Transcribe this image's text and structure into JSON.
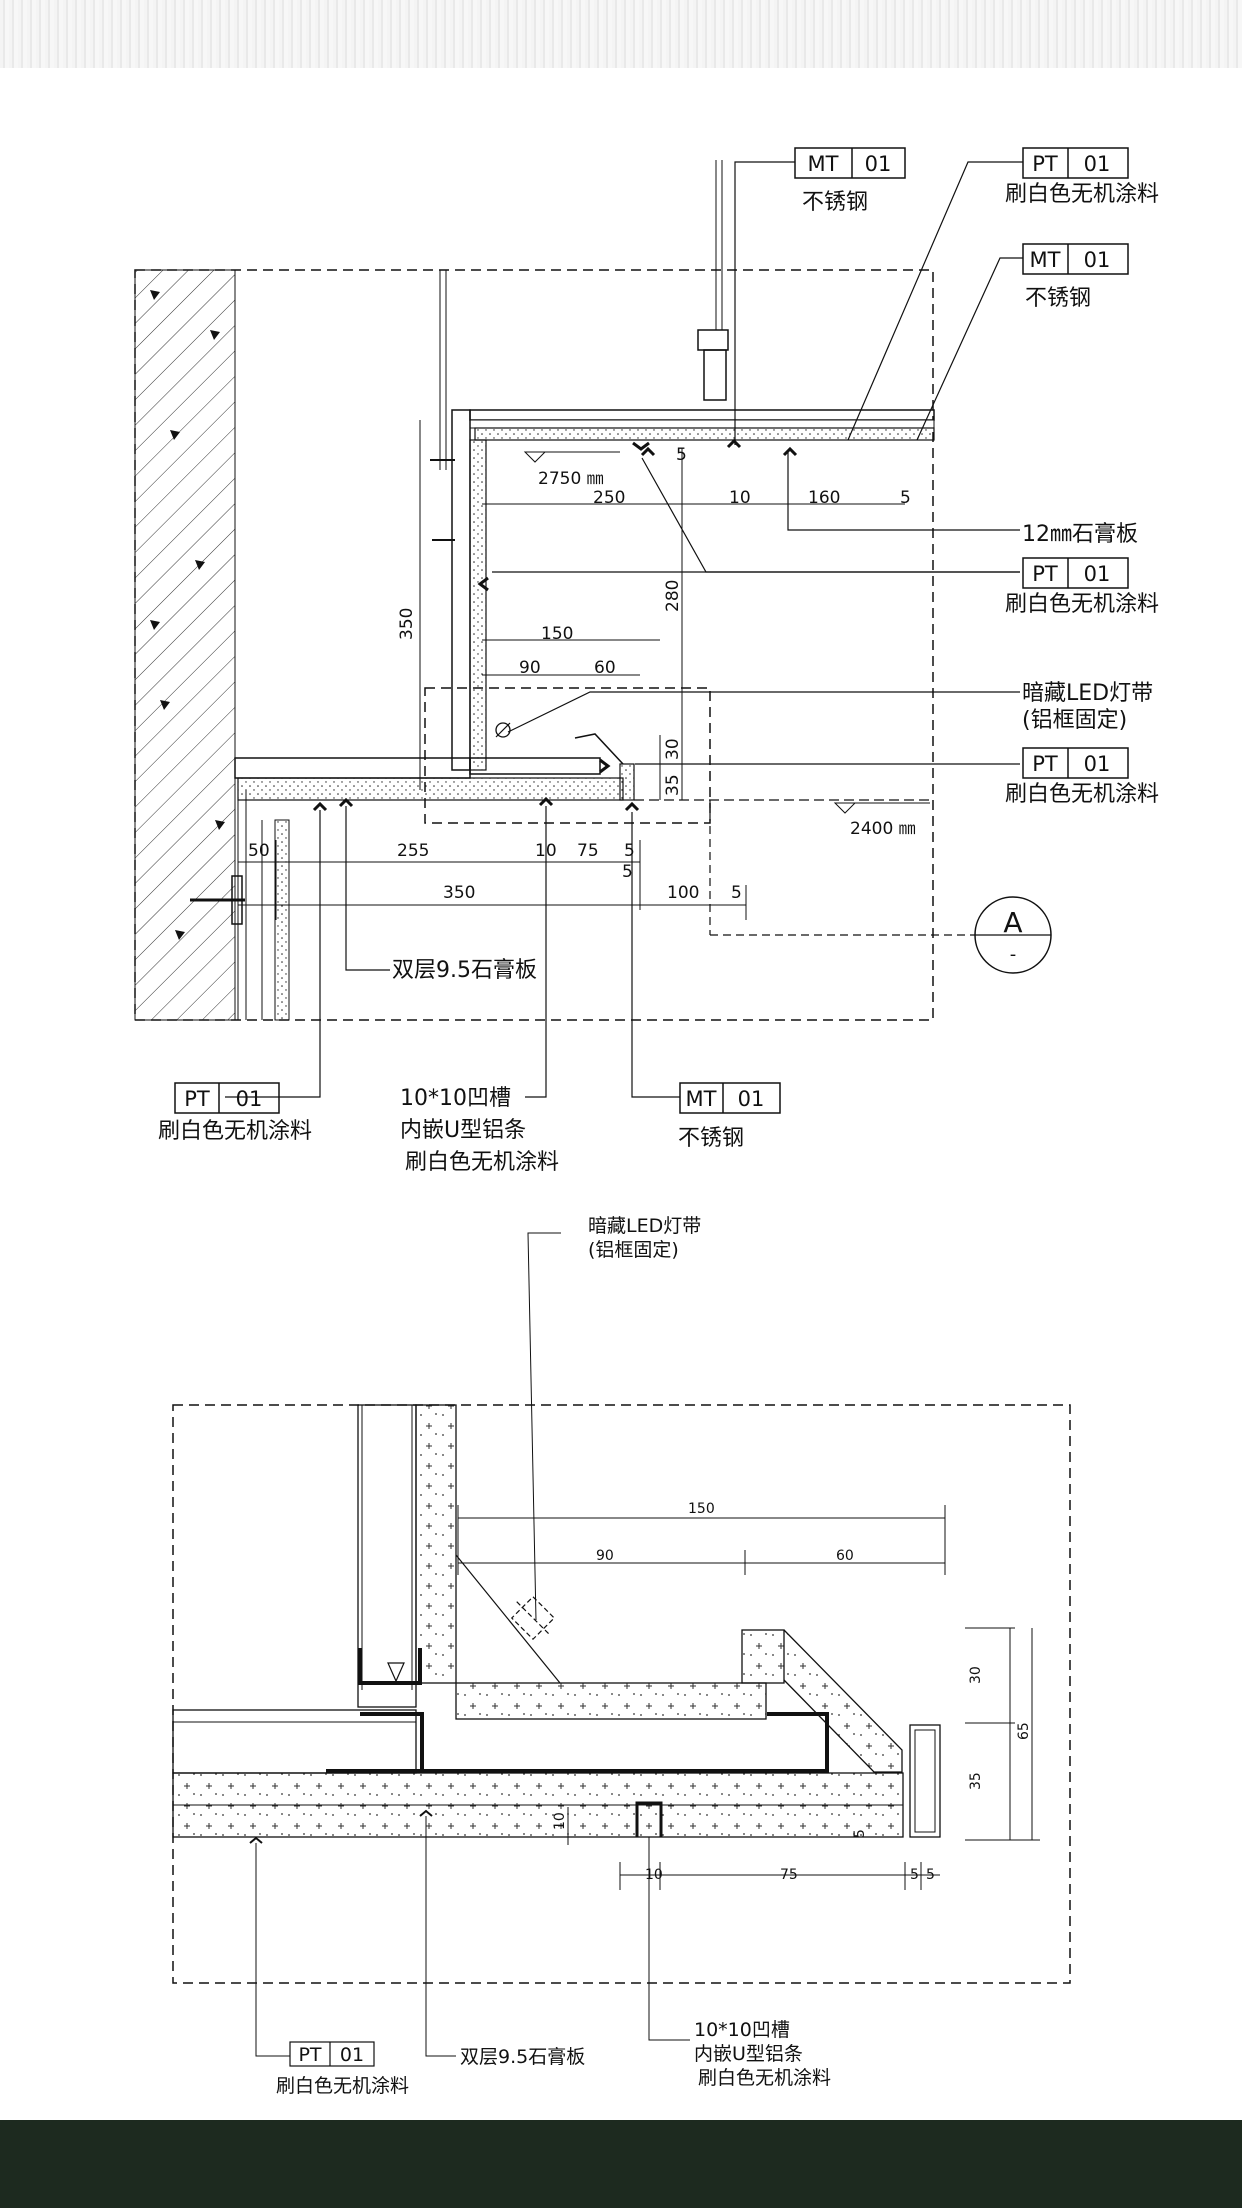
{
  "colors": {
    "line": "#111111",
    "background": "#ffffff",
    "bottom_band": "#1d2a1f"
  },
  "upper": {
    "tags": [
      {
        "code": "MT",
        "num": "01",
        "label": "不锈钢"
      },
      {
        "code": "PT",
        "num": "01",
        "label": "刷白色无机涂料"
      },
      {
        "code": "MT",
        "num": "01",
        "label": "不锈钢"
      },
      {
        "code": "PT",
        "num": "01",
        "label": "刷白色无机涂料"
      },
      {
        "code": "PT",
        "num": "01",
        "label": "刷白色无机涂料"
      },
      {
        "code": "PT",
        "num": "01",
        "label": "刷白色无机涂料"
      },
      {
        "code": "MT",
        "num": "01",
        "label": "不锈钢"
      }
    ],
    "labels": {
      "gypsum_12": "12㎜石膏板",
      "led_1": "暗藏LED灯带",
      "led_2": "(铝框固定)",
      "double_gypsum": "双层9.5石膏板",
      "groove_1": "10*10凹槽",
      "groove_2": "内嵌U型铝条",
      "groove_3": "刷白色无机涂料"
    },
    "levels": {
      "upper": "2750 ㎜",
      "lower": "2400 ㎜"
    },
    "dims": {
      "d250": "250",
      "d10a": "10",
      "d160": "160",
      "d5a": "5",
      "d5b": "5",
      "d350v": "350",
      "d280": "280",
      "d150": "150",
      "d90": "90",
      "d60": "60",
      "d30": "30",
      "d35": "35",
      "d50": "50",
      "d255": "255",
      "d10b": "10",
      "d75": "75",
      "d5c": "5",
      "d5d": "5",
      "d350h": "350",
      "d100": "100",
      "d5e": "5"
    },
    "section_mark": {
      "letter": "A",
      "sub": "-"
    }
  },
  "lower": {
    "labels": {
      "led_1": "暗藏LED灯带",
      "led_2": "(铝框固定)",
      "tag_code": "PT",
      "tag_num": "01",
      "paint": "刷白色无机涂料",
      "double_gypsum": "双层9.5石膏板",
      "groove_1": "10*10凹槽",
      "groove_2": "内嵌U型铝条",
      "groove_3": "刷白色无机涂料"
    },
    "dims": {
      "d150": "150",
      "d90": "90",
      "d60": "60",
      "d30": "30",
      "d65": "65",
      "d35": "35",
      "d10v": "10",
      "d5v": "5",
      "d10h": "10",
      "d75": "75",
      "d5a": "5",
      "d5b": "5"
    }
  }
}
